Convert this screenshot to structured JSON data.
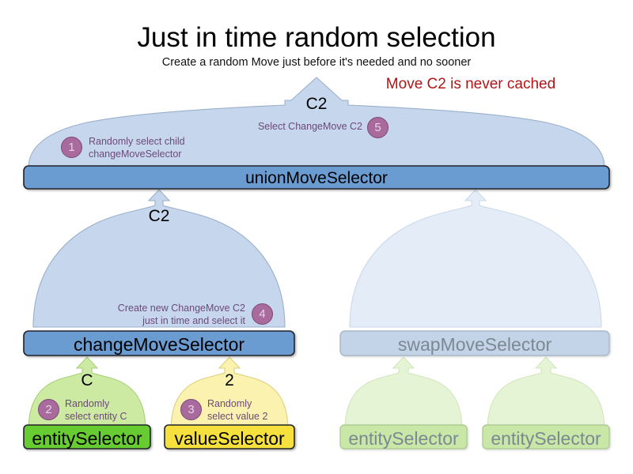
{
  "header": {
    "title": "Just in time random selection",
    "subtitle": "Create a random Move just before it's needed and no sooner",
    "warning": "Move C2 is never cached"
  },
  "colors": {
    "accent_blue_box": "#6a9bd1",
    "accent_blue_arrow": "#c6d6ec",
    "faded_blue_box": "#c3d3e8",
    "faded_blue_arrow": "#e4ecf7",
    "green_box": "#66cc33",
    "green_arrow": "#cdeaa2",
    "faded_green_box": "#c9e8a8",
    "faded_green_arrow": "#e6f4d6",
    "yellow_box": "#f6e03d",
    "yellow_arrow": "#faf2ae",
    "badge_fill": "#a96a9e",
    "badge_border": "#7c4a74",
    "callout_text": "#6d4a7a",
    "warning_text": "#b01616",
    "faded_text": "#7d8893"
  },
  "arrow_labels": {
    "union_out": "C2",
    "union_to_change": "C2",
    "entity_out": "C",
    "value_out": "2"
  },
  "boxes": [
    {
      "id": "unionMoveSelector",
      "label": "unionMoveSelector",
      "state": "active"
    },
    {
      "id": "changeMoveSelector",
      "label": "changeMoveSelector",
      "state": "active"
    },
    {
      "id": "swapMoveSelector",
      "label": "swapMoveSelector",
      "state": "faded"
    },
    {
      "id": "entitySelector",
      "label": "entitySelector",
      "state": "active"
    },
    {
      "id": "valueSelector",
      "label": "valueSelector",
      "state": "active"
    },
    {
      "id": "swapEntitySelectorLeft",
      "label": "entitySelector",
      "state": "faded"
    },
    {
      "id": "swapEntitySelectorRight",
      "label": "entitySelector",
      "state": "faded"
    }
  ],
  "callouts": [
    {
      "number": "1",
      "line1": "Randomly select child",
      "line2": "changeMoveSelector"
    },
    {
      "number": "5",
      "line1": "Select ChangeMove C2",
      "line2": ""
    },
    {
      "number": "4",
      "line1": "Create new ChangeMove C2",
      "line2": "just in time and select it"
    },
    {
      "number": "2",
      "line1": "Randomly",
      "line2": "select entity C"
    },
    {
      "number": "3",
      "line1": "Randomly",
      "line2": "select value 2"
    }
  ]
}
